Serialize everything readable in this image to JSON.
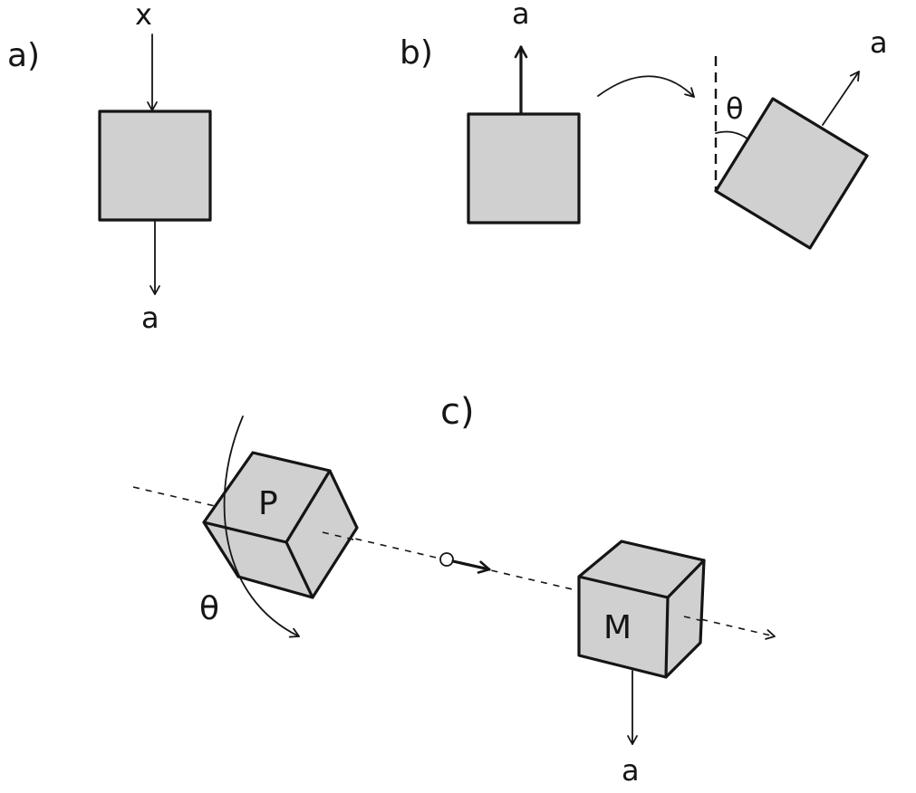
{
  "panel_a": {
    "label": "a)",
    "input_label": "x",
    "output_label": "a"
  },
  "panel_b": {
    "label": "b)",
    "vector_label_upright": "a",
    "vector_label_rotated": "a",
    "angle_label": "θ"
  },
  "panel_c": {
    "label": "c)",
    "cube_p_label": "P",
    "cube_m_label": "M",
    "rotation_label": "θ",
    "output_label": "a"
  },
  "colors": {
    "box_fill": "#d0d0d0",
    "stroke": "#151515",
    "background": "#ffffff"
  }
}
